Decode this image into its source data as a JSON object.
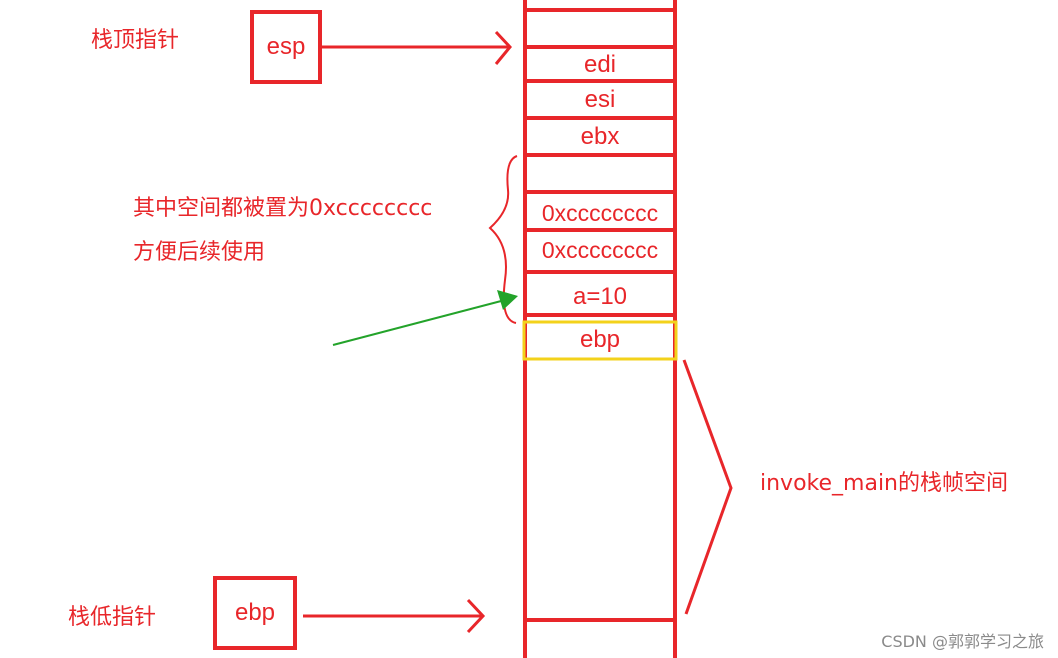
{
  "labels": {
    "stack_top_pointer": "栈顶指针",
    "stack_bottom_pointer": "栈低指针",
    "fill_note_line1": "其中空间都被置为0xcccccccc",
    "fill_note_line2": "方便后续使用",
    "frame_label": "invoke_main的栈帧空间"
  },
  "registers": {
    "esp": "esp",
    "ebp": "ebp"
  },
  "stack_cells": [
    {
      "text": ""
    },
    {
      "text": "edi"
    },
    {
      "text": "esi"
    },
    {
      "text": "ebx"
    },
    {
      "text": ""
    },
    {
      "text": "0xcccccccc"
    },
    {
      "text": "0xcccccccc"
    },
    {
      "text": "a=10"
    },
    {
      "text": "ebp"
    }
  ],
  "watermark": "CSDN @郭郭学习之旅",
  "colors": {
    "ink": "#e8262a",
    "highlight": "#f3d21b",
    "arrow_green": "#23a32a"
  }
}
